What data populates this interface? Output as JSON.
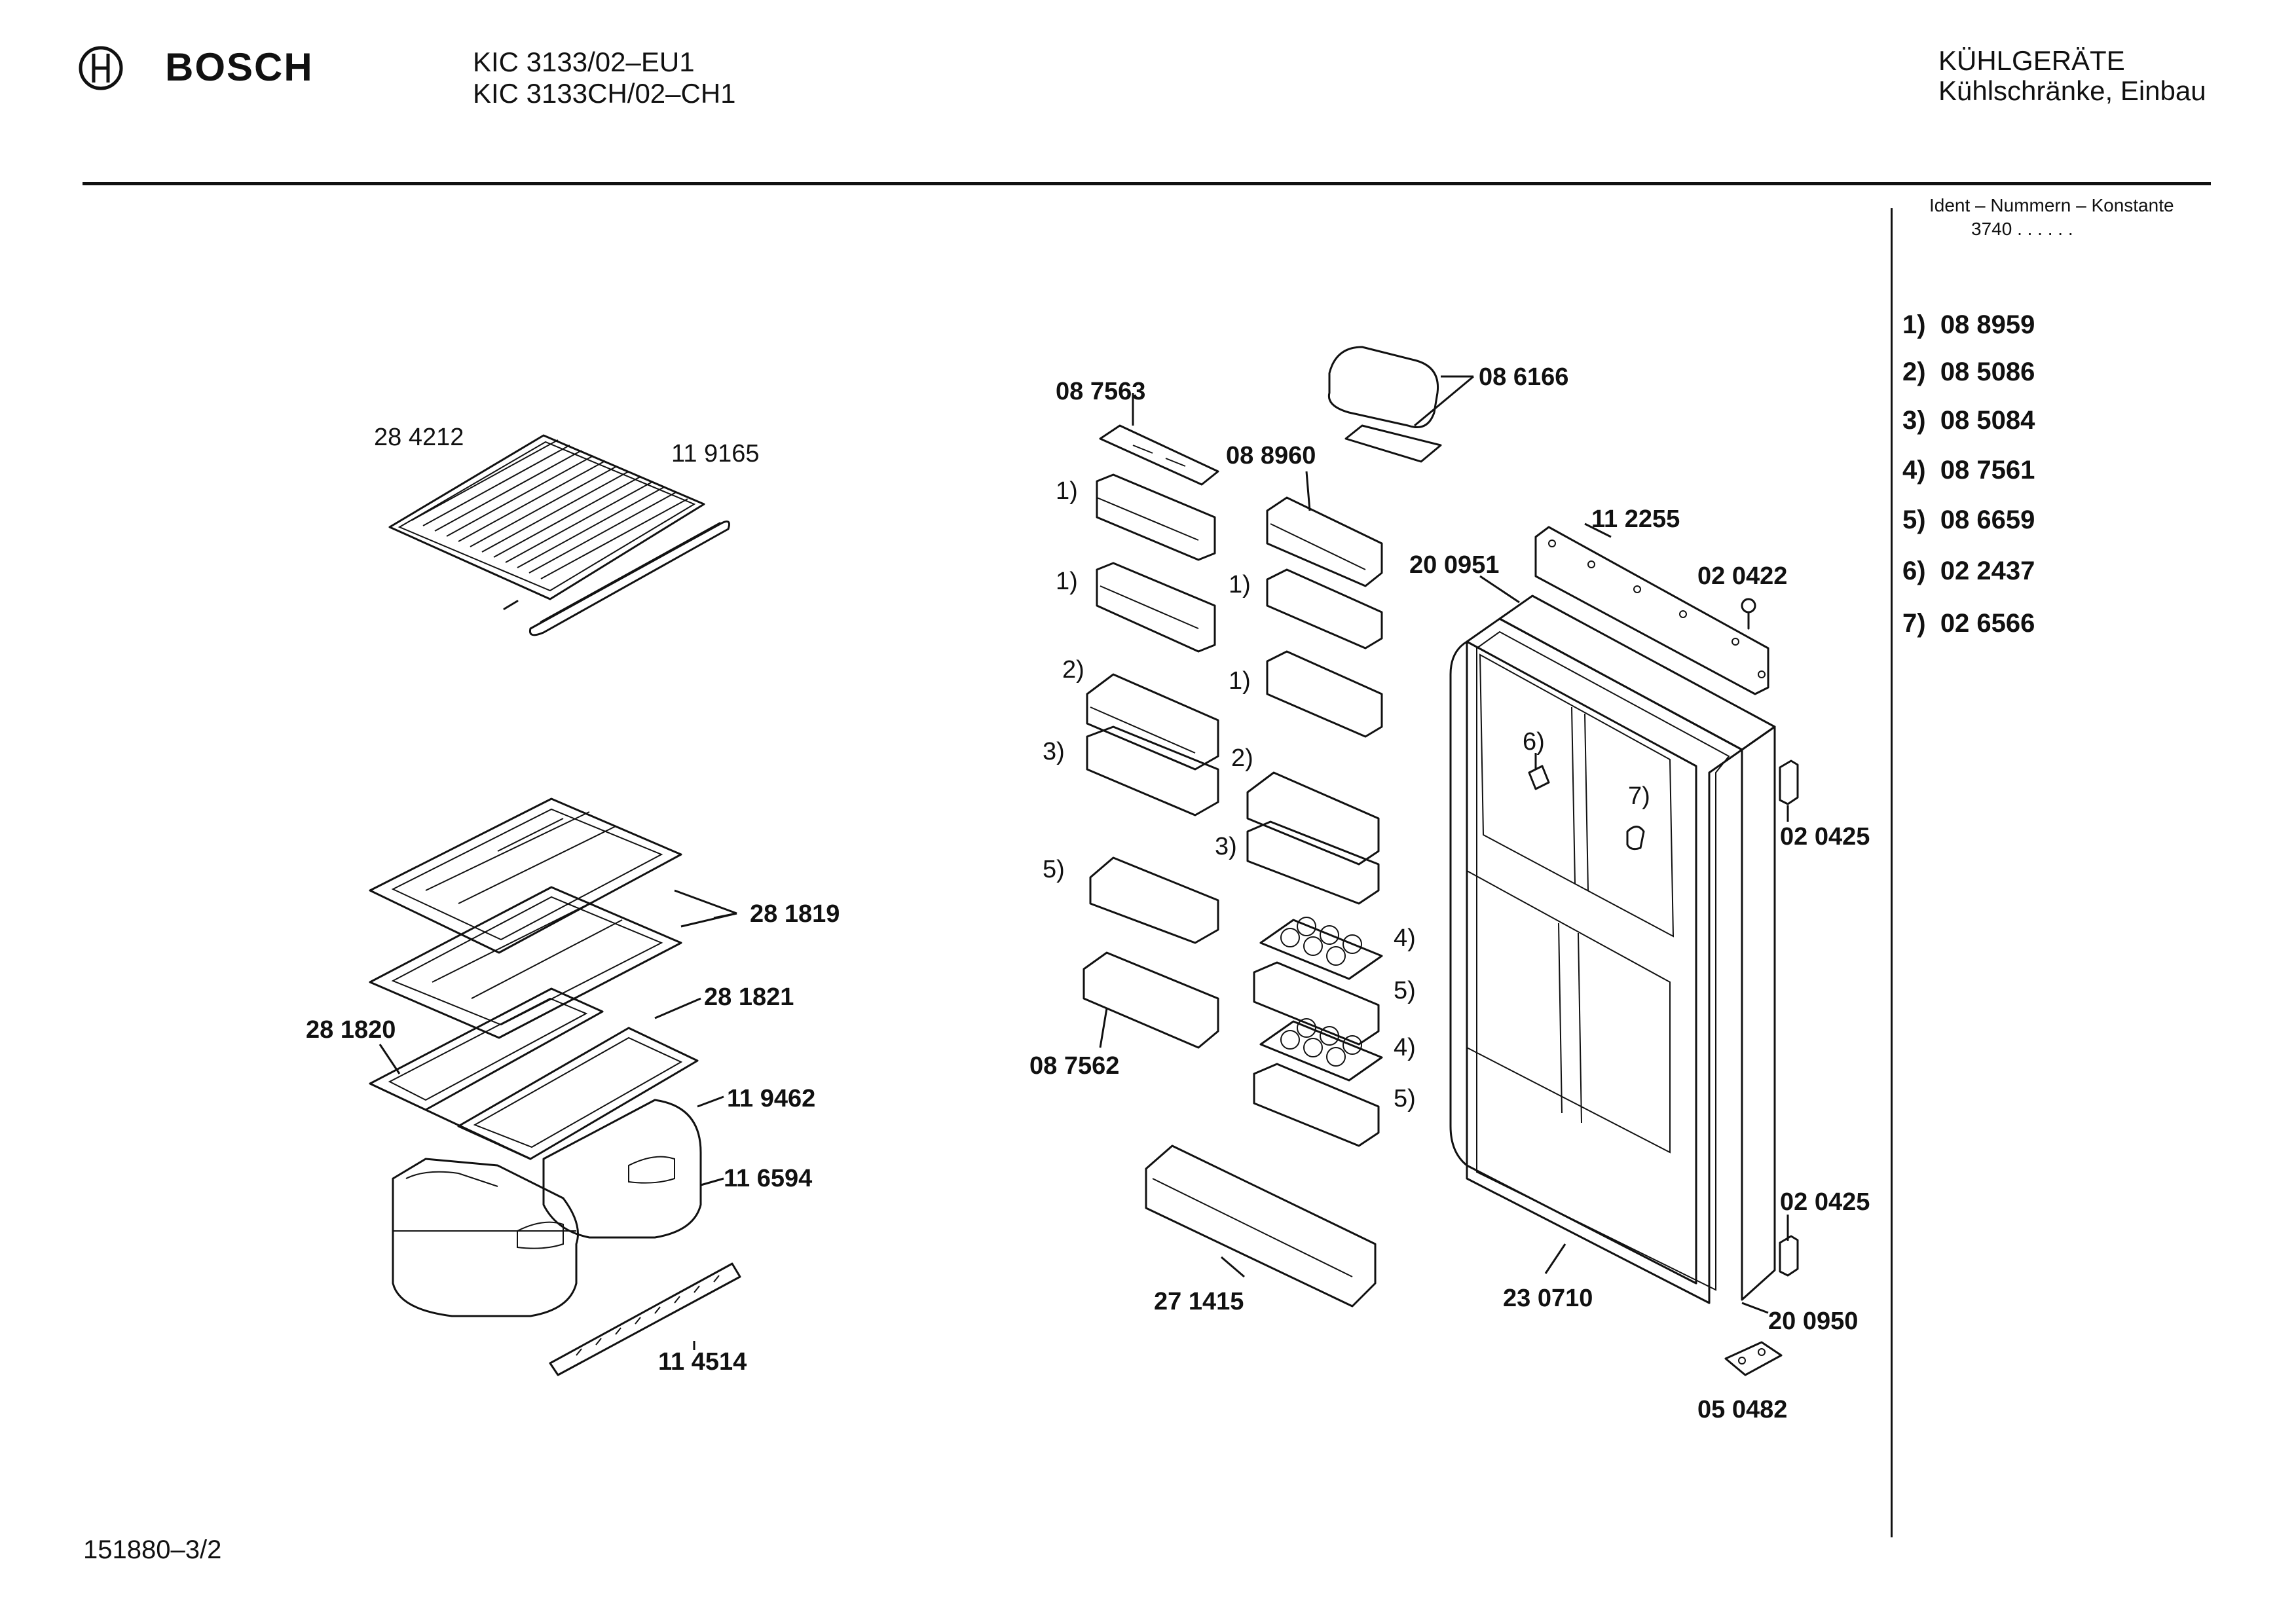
{
  "header": {
    "brand": "BOSCH",
    "models": [
      "KIC 3133/02–EU1",
      "KIC 3133CH/02–CH1"
    ],
    "category": "KÜHLGERÄTE",
    "subcategory": "Kühlschränke, Einbau"
  },
  "ident": {
    "title": "Ident – Nummern – Konstante",
    "value": "3740 . .  . . . ."
  },
  "legend": [
    {
      "key": "1)",
      "part": "08 8959"
    },
    {
      "key": "2)",
      "part": "08 5086"
    },
    {
      "key": "3)",
      "part": "08 5084"
    },
    {
      "key": "4)",
      "part": "08 7561"
    },
    {
      "key": "5)",
      "part": "08 6659"
    },
    {
      "key": "6)",
      "part": "02 2437"
    },
    {
      "key": "7)",
      "part": "02 6566"
    }
  ],
  "callouts": {
    "c284212": "28 4212",
    "c119165": "11 9165",
    "c281819": "28 1819",
    "c281821": "28 1821",
    "c281820": "28 1820",
    "c119462": "11 9462",
    "c116594": "11 6594",
    "c114514": "11 4514",
    "c087563": "08 7563",
    "c086166": "08 6166",
    "c088960": "08 8960",
    "c087562": "08 7562",
    "c271415": "27 1415",
    "c112255": "11 2255",
    "c200951": "20 0951",
    "c020422": "02 0422",
    "c020425a": "02 0425",
    "c020425b": "02 0425",
    "c230710": "23 0710",
    "c200950": "20 0950",
    "c050482": "05 0482",
    "k1a": "1)",
    "k1b": "1)",
    "k1c": "1)",
    "k1d": "1)",
    "k2a": "2)",
    "k2b": "2)",
    "k3a": "3)",
    "k3b": "3)",
    "k5a": "5)",
    "k5b": "5)",
    "k5c": "5)",
    "k4a": "4)",
    "k4b": "4)",
    "k6": "6)",
    "k7": "7)"
  },
  "document_number": "151880–3/2"
}
